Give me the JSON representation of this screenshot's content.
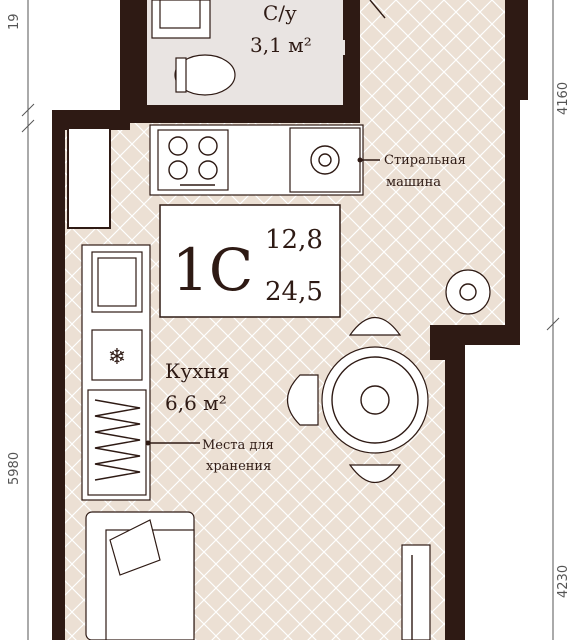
{
  "apartment": {
    "type_label": "1С",
    "living_area": "12,8",
    "total_area": "24,5"
  },
  "rooms": {
    "bathroom": {
      "name": "С/у",
      "area": "3,1 м²"
    },
    "kitchen": {
      "name": "Кухня",
      "area": "6,6 м²"
    }
  },
  "callouts": {
    "washer_line1": "Стиральная",
    "washer_line2": "машина",
    "storage_line1": "Места для",
    "storage_line2": "хранения"
  },
  "dimensions": {
    "left_top": "19",
    "left_bottom": "5980",
    "right_top": "4160",
    "right_bottom": "4230"
  },
  "colors": {
    "wall": "#2e1a14",
    "floor": "#ece0d4",
    "bath_floor": "#e9e4e2",
    "herringbone": "#ffffff"
  }
}
